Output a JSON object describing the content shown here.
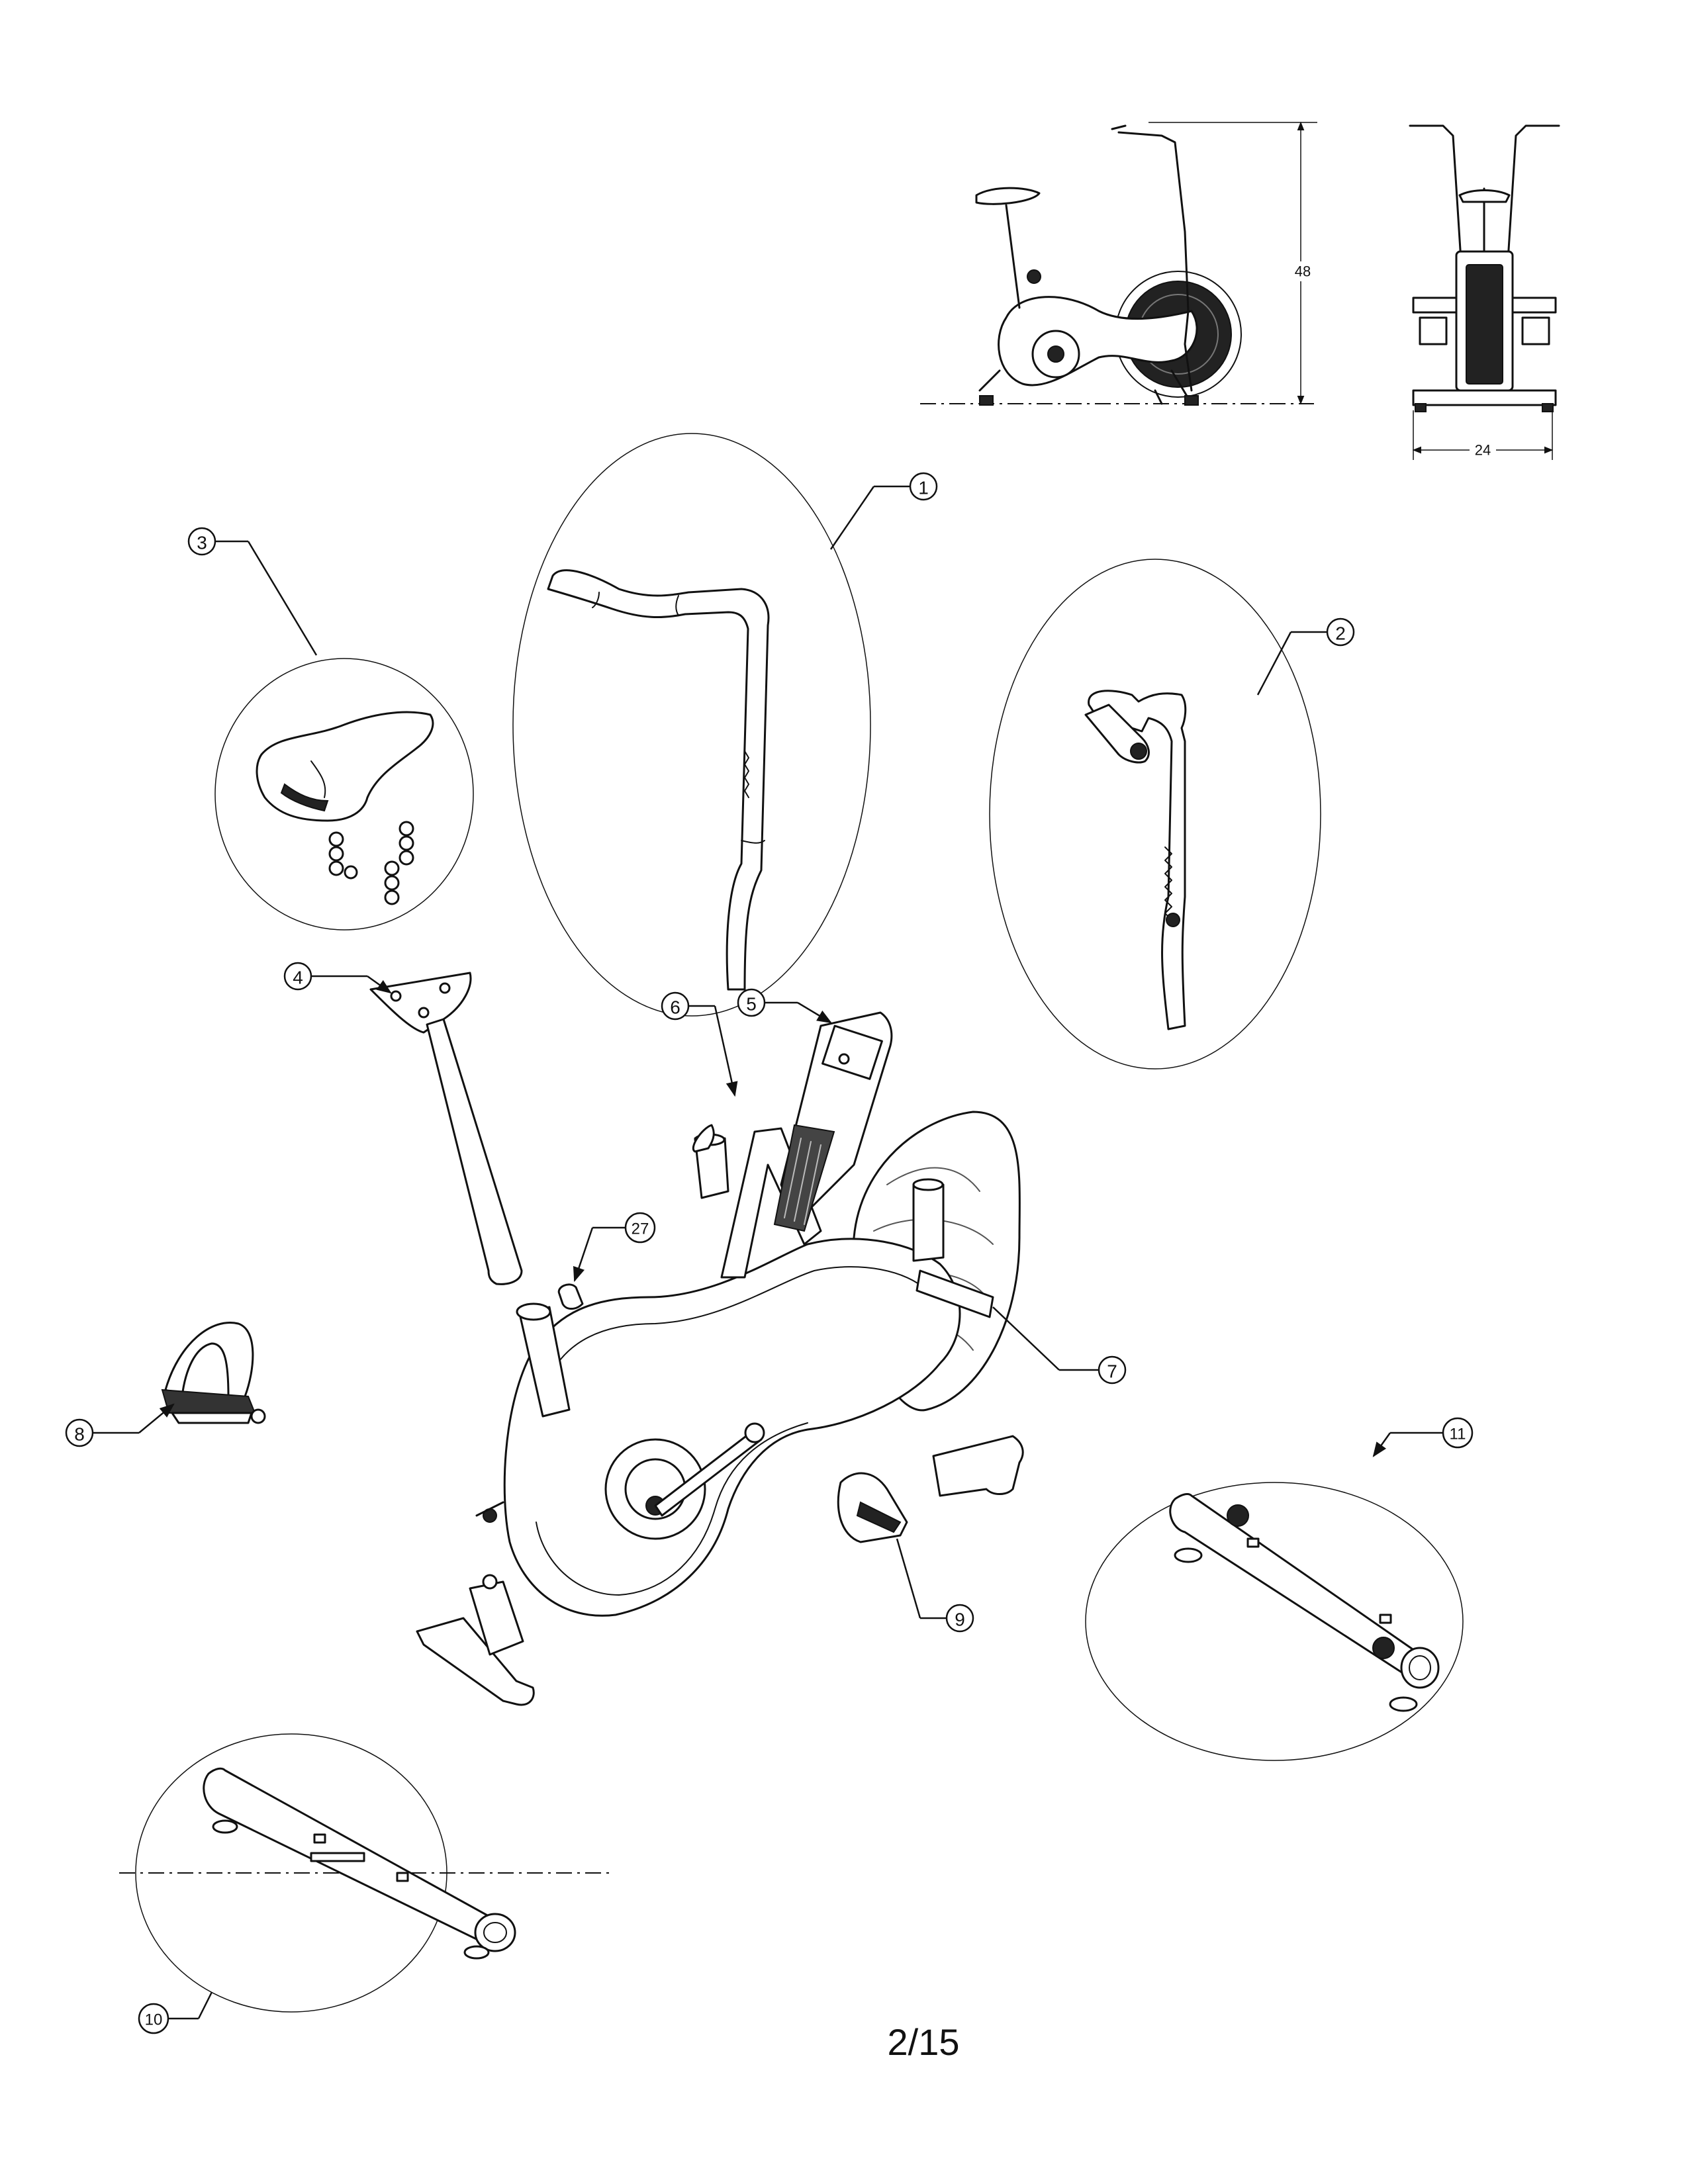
{
  "dimensions": {
    "height": "48",
    "width": "24"
  },
  "callouts": [
    {
      "label": "1"
    },
    {
      "label": "2"
    },
    {
      "label": "3"
    },
    {
      "label": "4"
    },
    {
      "label": "5"
    },
    {
      "label": "6"
    },
    {
      "label": "7"
    },
    {
      "label": "8"
    },
    {
      "label": "9"
    },
    {
      "label": "10"
    },
    {
      "label": "11"
    },
    {
      "label": "27"
    }
  ],
  "page_number": "2/15"
}
